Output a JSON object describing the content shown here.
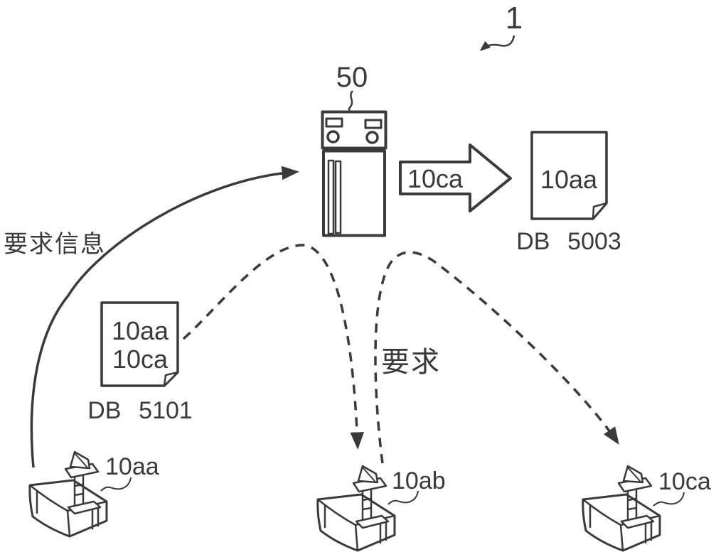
{
  "theme": {
    "ink": "#3a3a3a",
    "paper": "#ffffff"
  },
  "figure": {
    "ref_number": "1"
  },
  "server": {
    "label": "50"
  },
  "flows": {
    "request_info_label": "要求信息",
    "request_label": "要求",
    "transfer_arrow_label": "10ca"
  },
  "documents": {
    "db5003": {
      "lines": [
        "10aa"
      ],
      "caption": "DB 5003"
    },
    "db5101": {
      "lines": [
        "10aa",
        "10ca"
      ],
      "caption": "DB 5101"
    }
  },
  "devices": [
    {
      "label": "10aa"
    },
    {
      "label": "10ab"
    },
    {
      "label": "10ca"
    }
  ]
}
